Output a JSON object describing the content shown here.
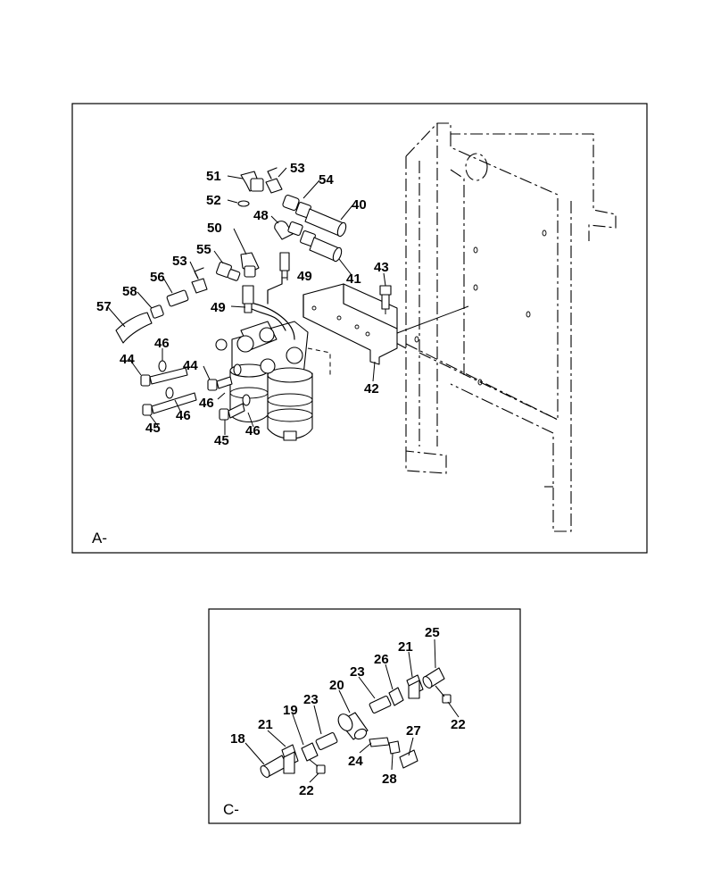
{
  "views": [
    {
      "id": "A",
      "label": "A-",
      "callouts": [
        "51",
        "53",
        "52",
        "54",
        "40",
        "48",
        "50",
        "55",
        "49",
        "41",
        "53",
        "56",
        "43",
        "58",
        "57",
        "49",
        "42",
        "46",
        "44",
        "44",
        "46",
        "46",
        "45",
        "45",
        "46"
      ]
    },
    {
      "id": "C",
      "label": "C-",
      "callouts": [
        "25",
        "21",
        "26",
        "23",
        "20",
        "22",
        "23",
        "19",
        "21",
        "27",
        "18",
        "24",
        "28",
        "22"
      ]
    }
  ]
}
